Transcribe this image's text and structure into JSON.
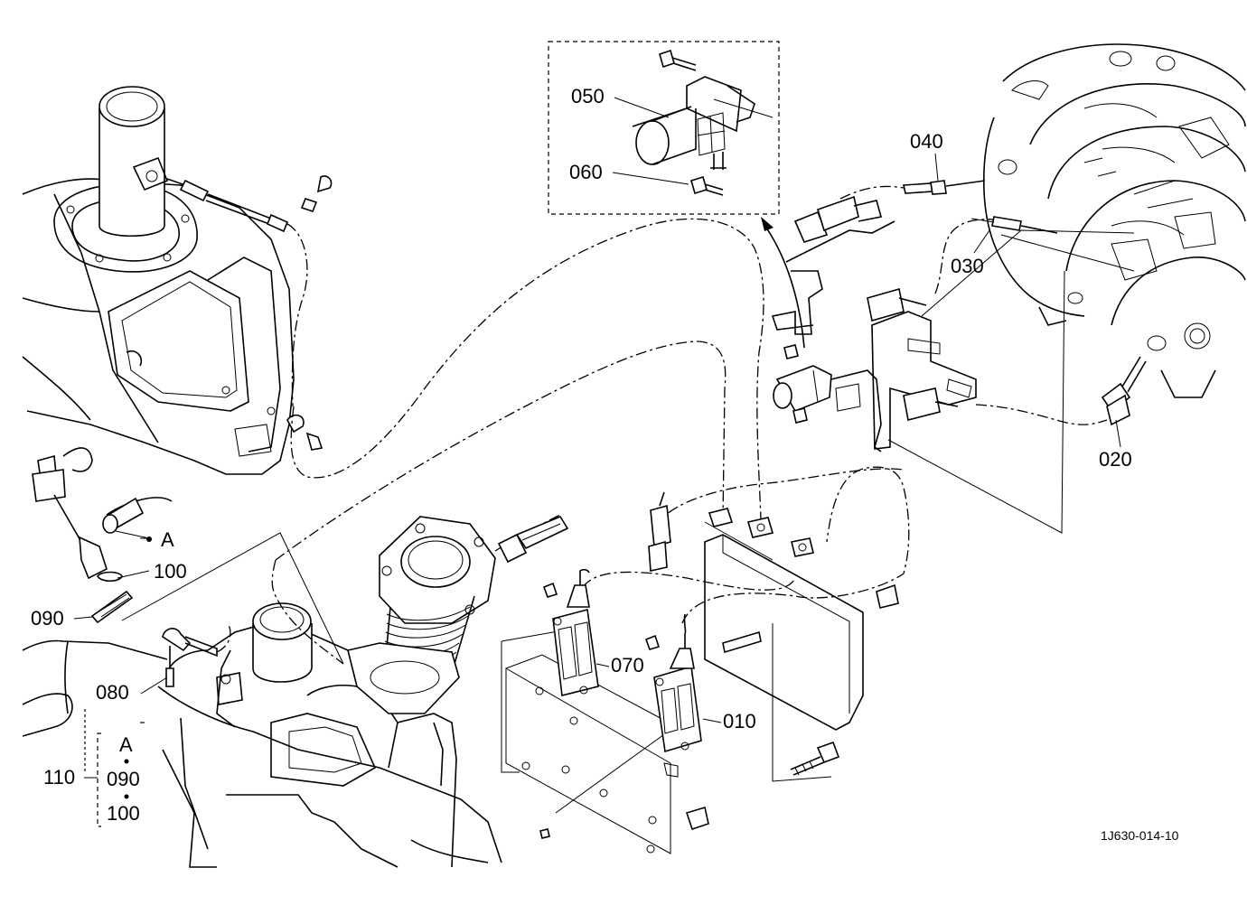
{
  "callouts": {
    "p010": "010",
    "p020": "020",
    "p030": "030",
    "p040": "040",
    "p050": "050",
    "p060": "060",
    "p070": "070",
    "p080": "080",
    "p090": "090",
    "p100": "100",
    "p110": "110"
  },
  "detail_marker": "A",
  "group_110": {
    "marker": "A",
    "items": [
      "090",
      "100"
    ]
  },
  "reference_code": "1J630-014-10"
}
